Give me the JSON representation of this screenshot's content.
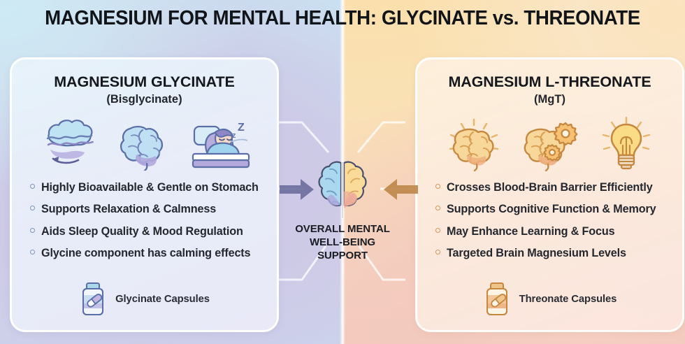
{
  "title": "MAGNESIUM FOR MENTAL HEALTH: GLYCINATE vs. THREONATE",
  "colors": {
    "bg_left_top": "#c9e6f3",
    "bg_left_bottom": "#ccd5ef",
    "bg_right_top": "#fbe0ad",
    "bg_right_bottom": "#f3c9bd",
    "left_accent": "#7d93b8",
    "right_accent": "#d7945a",
    "arrow_left": "#6f6fa0",
    "arrow_right": "#c08a4e",
    "title_color": "#111418"
  },
  "left_panel": {
    "heading": "MAGNESIUM GLYCINATE",
    "subheading": "(Bisglycinate)",
    "icons": [
      {
        "name": "calm-waves-icon",
        "label": "calm waves with return arrow"
      },
      {
        "name": "brain-icon",
        "label": "brain"
      },
      {
        "name": "sleeping-person-icon",
        "label": "person sleeping with Z's"
      }
    ],
    "bullets": [
      "Highly Bioavailable & Gentle on Stomach",
      "Supports Relaxation & Calmness",
      "Aids Sleep Quality & Mood Regulation",
      "Glycine component has calming effects"
    ],
    "footer": {
      "icon": "pill-bottle-icon",
      "label": "Glycinate Capsules"
    }
  },
  "right_panel": {
    "heading": "MAGNESIUM L-THREONATE",
    "subheading": "(MgT)",
    "icons": [
      {
        "name": "glowing-brain-icon",
        "label": "brain with radiating lines"
      },
      {
        "name": "brain-gears-icon",
        "label": "brain with gears"
      },
      {
        "name": "lightbulb-icon",
        "label": "glowing lightbulb"
      }
    ],
    "bullets": [
      "Crosses Blood-Brain Barrier Efficiently",
      "Supports Cognitive Function & Memory",
      "May Enhance Learning & Focus",
      "Targeted Brain Magnesium Levels"
    ],
    "footer": {
      "icon": "pill-bottle-icon",
      "label": "Threonate Capsules"
    }
  },
  "center": {
    "brain_icon": "dual-hemisphere-brain-icon",
    "caption_line1": "OVERALL MENTAL",
    "caption_line2": "WELL-BEING",
    "caption_line3": "SUPPORT",
    "arrow_left_icon": "arrow-right-icon",
    "arrow_right_icon": "arrow-left-icon"
  }
}
